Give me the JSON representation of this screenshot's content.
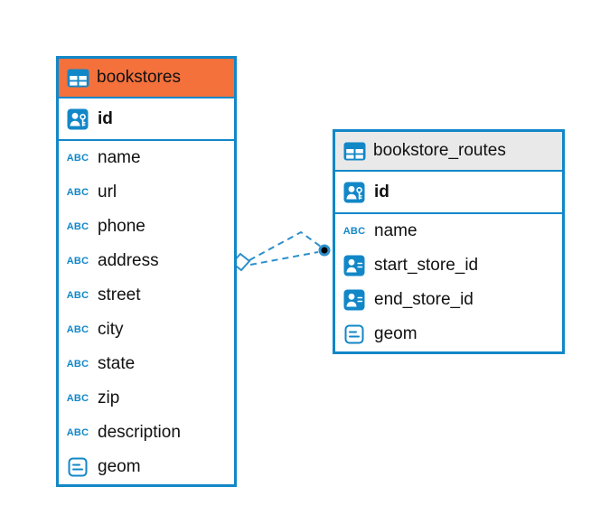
{
  "diagram": {
    "colors": {
      "table_border": "#1287c8",
      "connector": "#2e8fcb",
      "text": "#111111"
    },
    "icon_glyphs": {
      "text-icon": "ABC"
    },
    "tables": [
      {
        "title": "bookstores",
        "header_bg": "#f4713c",
        "columns": [
          {
            "label": "id",
            "icon": "primary-key-icon",
            "emphasis": true
          },
          {
            "label": "name",
            "icon": "text-icon"
          },
          {
            "label": "url",
            "icon": "text-icon"
          },
          {
            "label": "phone",
            "icon": "text-icon"
          },
          {
            "label": "address",
            "icon": "text-icon"
          },
          {
            "label": "street",
            "icon": "text-icon"
          },
          {
            "label": "city",
            "icon": "text-icon"
          },
          {
            "label": "state",
            "icon": "text-icon"
          },
          {
            "label": "zip",
            "icon": "text-icon"
          },
          {
            "label": "description",
            "icon": "text-icon"
          },
          {
            "label": "geom",
            "icon": "geometry-icon"
          }
        ]
      },
      {
        "title": "bookstore_routes",
        "header_bg": "#e9e9e9",
        "columns": [
          {
            "label": "id",
            "icon": "primary-key-icon",
            "emphasis": true
          },
          {
            "label": "name",
            "icon": "text-icon"
          },
          {
            "label": "start_store_id",
            "icon": "user-icon"
          },
          {
            "label": "end_store_id",
            "icon": "user-icon"
          },
          {
            "label": "geom",
            "icon": "geometry-icon"
          }
        ]
      }
    ],
    "relationship": {
      "from_table": "bookstores",
      "to_table": "bookstore_routes",
      "style": "dashed"
    }
  }
}
